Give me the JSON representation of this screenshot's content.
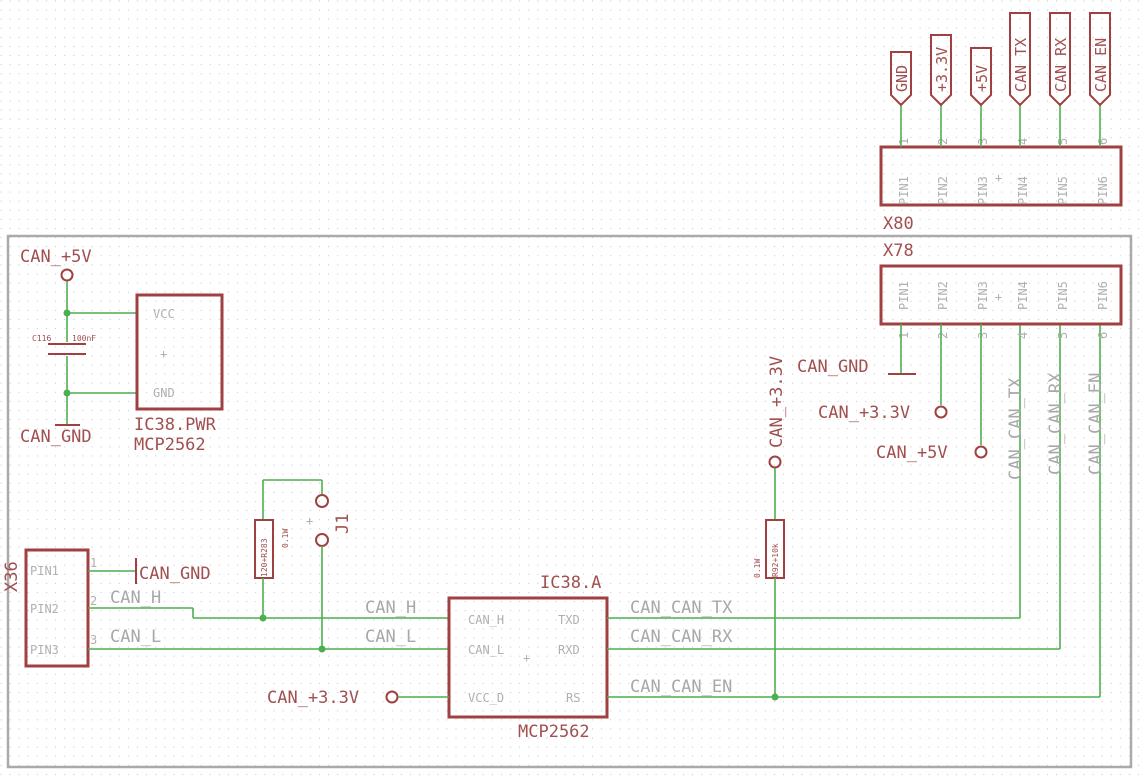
{
  "power": {
    "can_5v": "CAN_+5V",
    "can_gnd": "CAN_GND",
    "can_33v_vertical": "CAN_+3.3V",
    "can_33v_x78": "CAN_+3.3V",
    "can_5v_x78": "CAN_+5V",
    "can_gnd_x78": "CAN_GND",
    "can_gnd_x36": "CAN_GND",
    "can_33v_vcc": "CAN_+3.3V"
  },
  "capacitor": {
    "name": "C116",
    "value": "100nF"
  },
  "ic_pwr": {
    "pin_vcc": "VCC",
    "pin_gnd": "GND",
    "name": "IC38.PWR",
    "part": "MCP2562"
  },
  "ic_a": {
    "name": "IC38.A",
    "part": "MCP2562",
    "pins": {
      "can_h": "CAN_H",
      "can_l": "CAN_L",
      "vcc_d": "VCC_D",
      "txd": "TXD",
      "rxd": "RXD",
      "rs": "RS"
    }
  },
  "resistor_term": {
    "name": "R283",
    "value": "120",
    "rating": "0.1W"
  },
  "resistor_rs": {
    "name": "R92",
    "value": "10k",
    "rating": "0.1W"
  },
  "jumper": {
    "name": "J1"
  },
  "x36": {
    "name": "X36",
    "pins": [
      "PIN1",
      "PIN2",
      "PIN3"
    ],
    "pin_numbers": [
      "1",
      "2",
      "3"
    ]
  },
  "x80": {
    "name": "X80",
    "pins": [
      "PIN1",
      "PIN2",
      "PIN3",
      "PIN4",
      "PIN5",
      "PIN6"
    ],
    "pin_numbers": [
      "1",
      "2",
      "3",
      "4",
      "5",
      "6"
    ],
    "labels": [
      "GND",
      "+3.3V",
      "+5V",
      "CAN_TX",
      "CAN_RX",
      "CAN_EN"
    ]
  },
  "x78": {
    "name": "X78",
    "pins": [
      "PIN1",
      "PIN2",
      "PIN3",
      "PIN4",
      "PIN5",
      "PIN6"
    ],
    "pin_numbers": [
      "1",
      "2",
      "3",
      "4",
      "5",
      "6"
    ]
  },
  "nets": {
    "can_h": "CAN_H",
    "can_l": "CAN_L",
    "can_h_ic": "CAN_H",
    "can_l_ic": "CAN_L",
    "tx": "CAN_CAN_TX",
    "rx": "CAN_CAN_RX",
    "en": "CAN_CAN_EN",
    "tx_vert": "CAN_CAN_TX",
    "rx_vert": "CAN_CAN_RX",
    "en_vert": "CAN_CAN_EN"
  }
}
